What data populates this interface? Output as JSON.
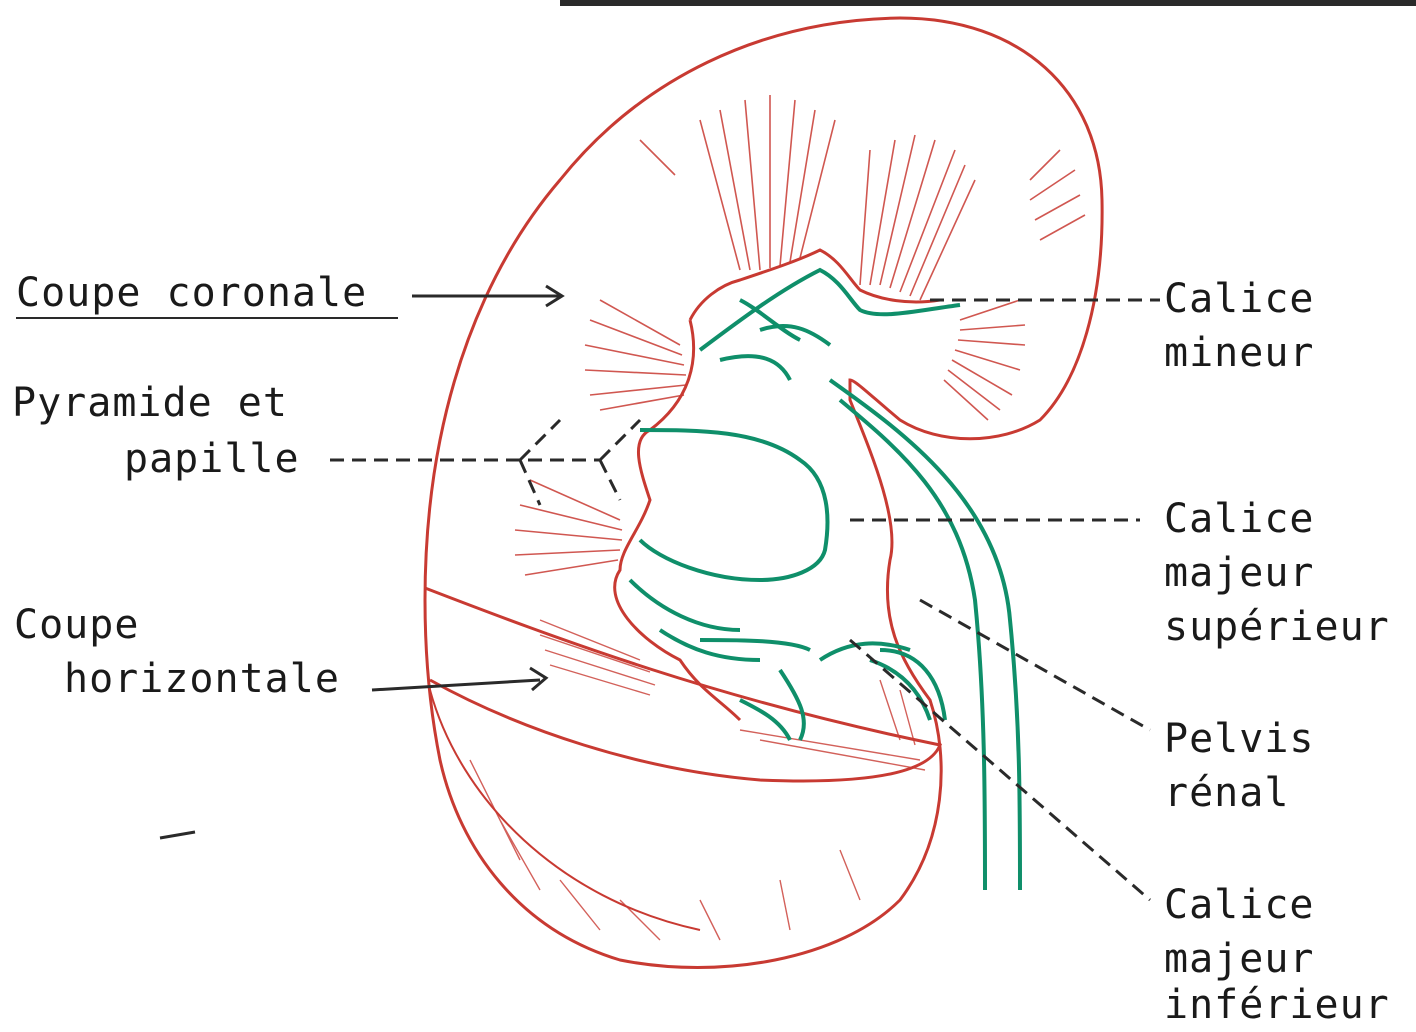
{
  "colors": {
    "kidney_outline": "#c83a32",
    "collecting_system": "#0f8f6a",
    "text": "#1a1a1a",
    "leader_lines": "#2a2a2a"
  },
  "labels": {
    "coupe_coronale": "Coupe coronale",
    "pyramide_line1": "Pyramide et",
    "pyramide_line2": "papille",
    "coupe_horizontale_line1": "Coupe",
    "coupe_horizontale_line2": "horizontale",
    "calice_mineur_line1": "Calice",
    "calice_mineur_line2": "mineur",
    "calice_majeur_sup_line1": "Calice",
    "calice_majeur_sup_line2": "majeur",
    "calice_majeur_sup_line3": "supérieur",
    "pelvis_line1": "Pelvis",
    "pelvis_line2": "rénal",
    "calice_majeur_inf_line1": "Calice",
    "calice_majeur_inf_line2": "majeur",
    "calice_majeur_inf_line3": "inférieur"
  }
}
